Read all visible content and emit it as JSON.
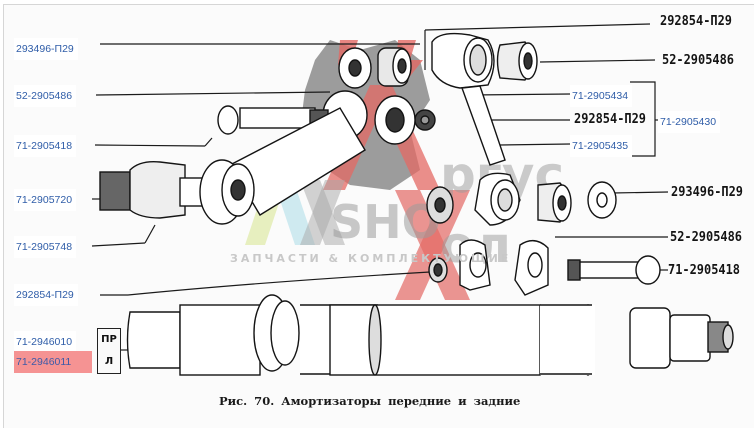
{
  "figure": {
    "caption": "Рис. 70. Амортизаторы передние и задние",
    "printed_labels": {
      "top_right": "292854-П29",
      "right_2": "52-2905486",
      "right_mid": "292854-П29",
      "right_washer": "293496-П29",
      "right_bushing": "52-2905486",
      "right_bolt": "71-2905418"
    },
    "side_box": {
      "top": "ПР",
      "bottom": "Л"
    }
  },
  "part_links": {
    "left": [
      {
        "id": "293496-П29",
        "label": "293496-П29",
        "highlighted": false
      },
      {
        "id": "52-2905486",
        "label": "52-2905486",
        "highlighted": false
      },
      {
        "id": "71-2905418",
        "label": "71-2905418",
        "highlighted": false
      },
      {
        "id": "71-2905720",
        "label": "71-2905720",
        "highlighted": false
      },
      {
        "id": "71-2905748",
        "label": "71-2905748",
        "highlighted": false
      },
      {
        "id": "292854-П29",
        "label": "292854-П29",
        "highlighted": false
      },
      {
        "id": "71-2946010",
        "label": "71-2946010",
        "highlighted": false
      },
      {
        "id": "71-2946011",
        "label": "71-2946011",
        "highlighted": true
      }
    ],
    "right": [
      {
        "id": "71-2905434",
        "label": "71-2905434"
      },
      {
        "id": "71-2905435",
        "label": "71-2905435"
      },
      {
        "id": "71-2905430",
        "label": "71-2905430"
      }
    ]
  },
  "watermark": {
    "brand_left": "AXSHOP",
    "brand_right": "Аргус Хол",
    "tagline": "ЗАПЧАСТИ & КОМПЛЕКТУЮЩИЕ"
  },
  "colors": {
    "link": "#2f5da8",
    "highlight": "#f59393",
    "watermark_red": "#e0504a",
    "watermark_gray": "#6f6f6f"
  }
}
